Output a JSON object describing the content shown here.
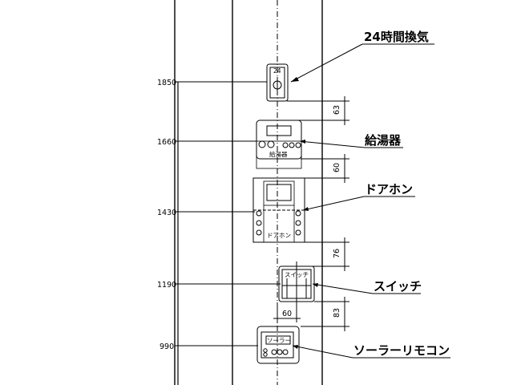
{
  "dimension_scale": {
    "heights": [
      "1850",
      "1660",
      "1430",
      "1190",
      "990"
    ]
  },
  "gaps": [
    "63",
    "60",
    "76",
    "83"
  ],
  "horizontal_gap": "60",
  "devices": {
    "ventilation": {
      "label": "24時間換気",
      "glyph": "24"
    },
    "water_heater": {
      "label": "給湯器",
      "panel_text": "給湯器"
    },
    "door_phone": {
      "label": "ドアホン",
      "panel_text": "ドアホン"
    },
    "switch": {
      "label": "スイッチ",
      "panel_text": "スイッチ"
    },
    "solar_remote": {
      "label": "ソーラーリモコン",
      "panel_text": "ソーラー"
    }
  }
}
